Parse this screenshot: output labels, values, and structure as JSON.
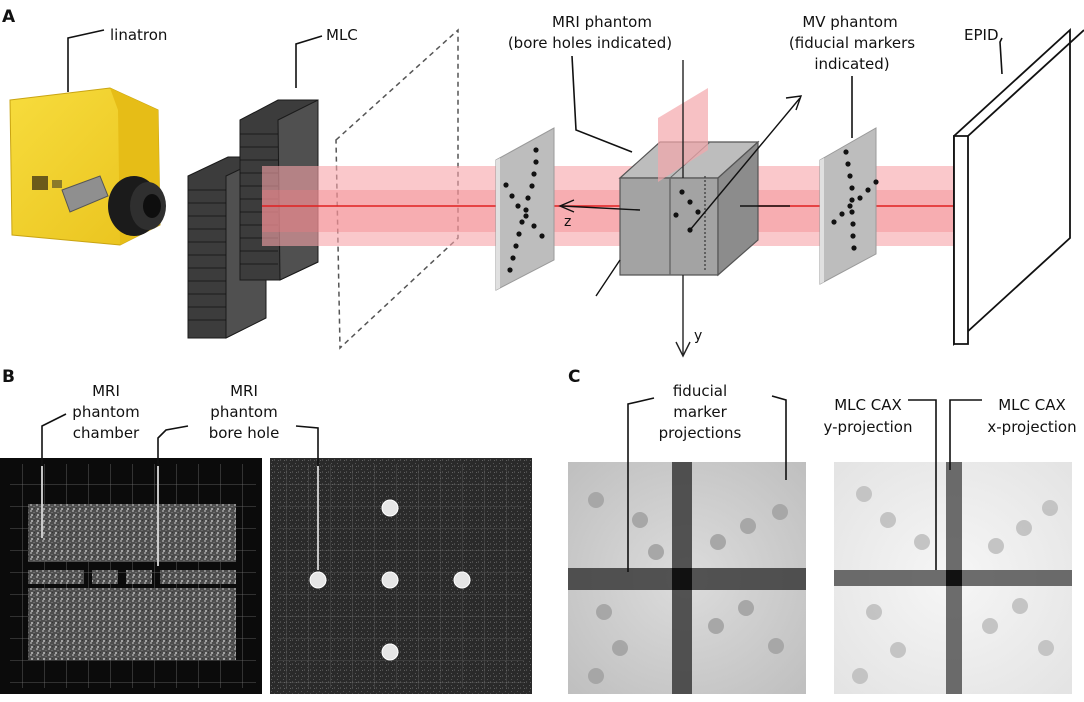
{
  "panels": {
    "a": {
      "letter": "A",
      "labels": {
        "linatron": "linatron",
        "mlc": "MLC",
        "mri_phantom_line1": "MRI phantom",
        "mri_phantom_line2": "(bore holes indicated)",
        "mv_phantom_line1": "MV phantom",
        "mv_phantom_line2": "(fiducial markers",
        "mv_phantom_line3": "indicated)",
        "epid": "EPID"
      },
      "axes": {
        "z": "z",
        "y": "y"
      }
    },
    "b": {
      "letter": "B",
      "labels": {
        "chamber_line1": "MRI",
        "chamber_line2": "phantom",
        "chamber_line3": "chamber",
        "bore_line1": "MRI",
        "bore_line2": "phantom",
        "bore_line3": "bore hole"
      }
    },
    "c": {
      "letter": "C",
      "labels": {
        "fiducial_line1": "fiducial",
        "fiducial_line2": "marker",
        "fiducial_line3": "projections",
        "ycax_line1": "MLC CAX",
        "ycax_line2": "y-projection",
        "xcax_line1": "MLC CAX",
        "xcax_line2": "x-projection"
      }
    }
  },
  "colors": {
    "linatron_yellow": "#f3d22e",
    "beam_pink": "#f6a3a8",
    "beam_center": "#e02020",
    "mlc_leaf": "#3c3c3c",
    "phantom_grey": "#9a9a9a"
  }
}
